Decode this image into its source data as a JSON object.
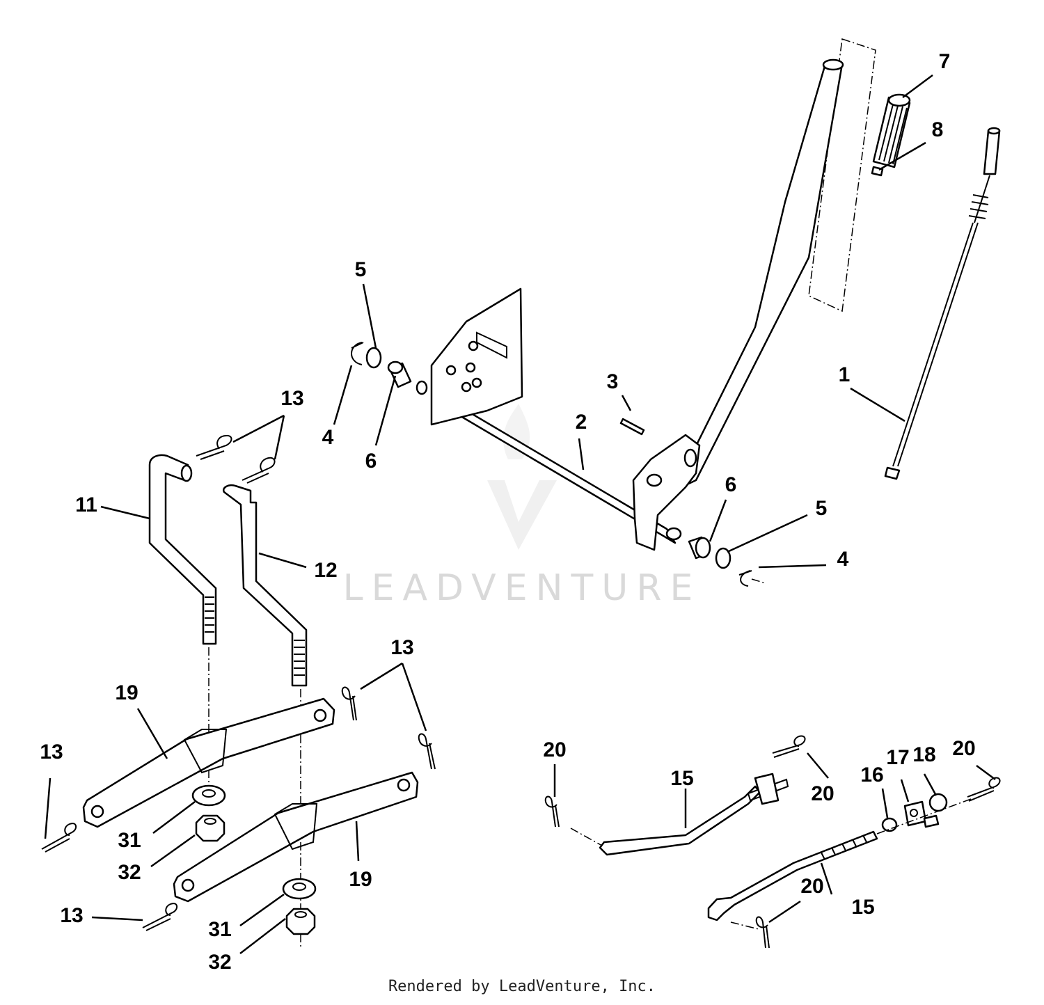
{
  "diagram": {
    "watermark": "LEADVENTURE",
    "footer": "Rendered by LeadVenture, Inc.",
    "callouts": [
      {
        "id": "c1",
        "text": "1"
      },
      {
        "id": "c2",
        "text": "2"
      },
      {
        "id": "c3",
        "text": "3"
      },
      {
        "id": "c4a",
        "text": "4"
      },
      {
        "id": "c4b",
        "text": "4"
      },
      {
        "id": "c5a",
        "text": "5"
      },
      {
        "id": "c5b",
        "text": "5"
      },
      {
        "id": "c6a",
        "text": "6"
      },
      {
        "id": "c6b",
        "text": "6"
      },
      {
        "id": "c7",
        "text": "7"
      },
      {
        "id": "c8",
        "text": "8"
      },
      {
        "id": "c11",
        "text": "11"
      },
      {
        "id": "c12",
        "text": "12"
      },
      {
        "id": "c13a",
        "text": "13"
      },
      {
        "id": "c13b",
        "text": "13"
      },
      {
        "id": "c13c",
        "text": "13"
      },
      {
        "id": "c13d",
        "text": "13"
      },
      {
        "id": "c15a",
        "text": "15"
      },
      {
        "id": "c15b",
        "text": "15"
      },
      {
        "id": "c16",
        "text": "16"
      },
      {
        "id": "c17",
        "text": "17"
      },
      {
        "id": "c18",
        "text": "18"
      },
      {
        "id": "c19a",
        "text": "19"
      },
      {
        "id": "c19b",
        "text": "19"
      },
      {
        "id": "c20a",
        "text": "20"
      },
      {
        "id": "c20b",
        "text": "20"
      },
      {
        "id": "c20c",
        "text": "20"
      },
      {
        "id": "c20d",
        "text": "20"
      },
      {
        "id": "c31a",
        "text": "31"
      },
      {
        "id": "c31b",
        "text": "31"
      },
      {
        "id": "c32a",
        "text": "32"
      },
      {
        "id": "c32b",
        "text": "32"
      }
    ]
  }
}
